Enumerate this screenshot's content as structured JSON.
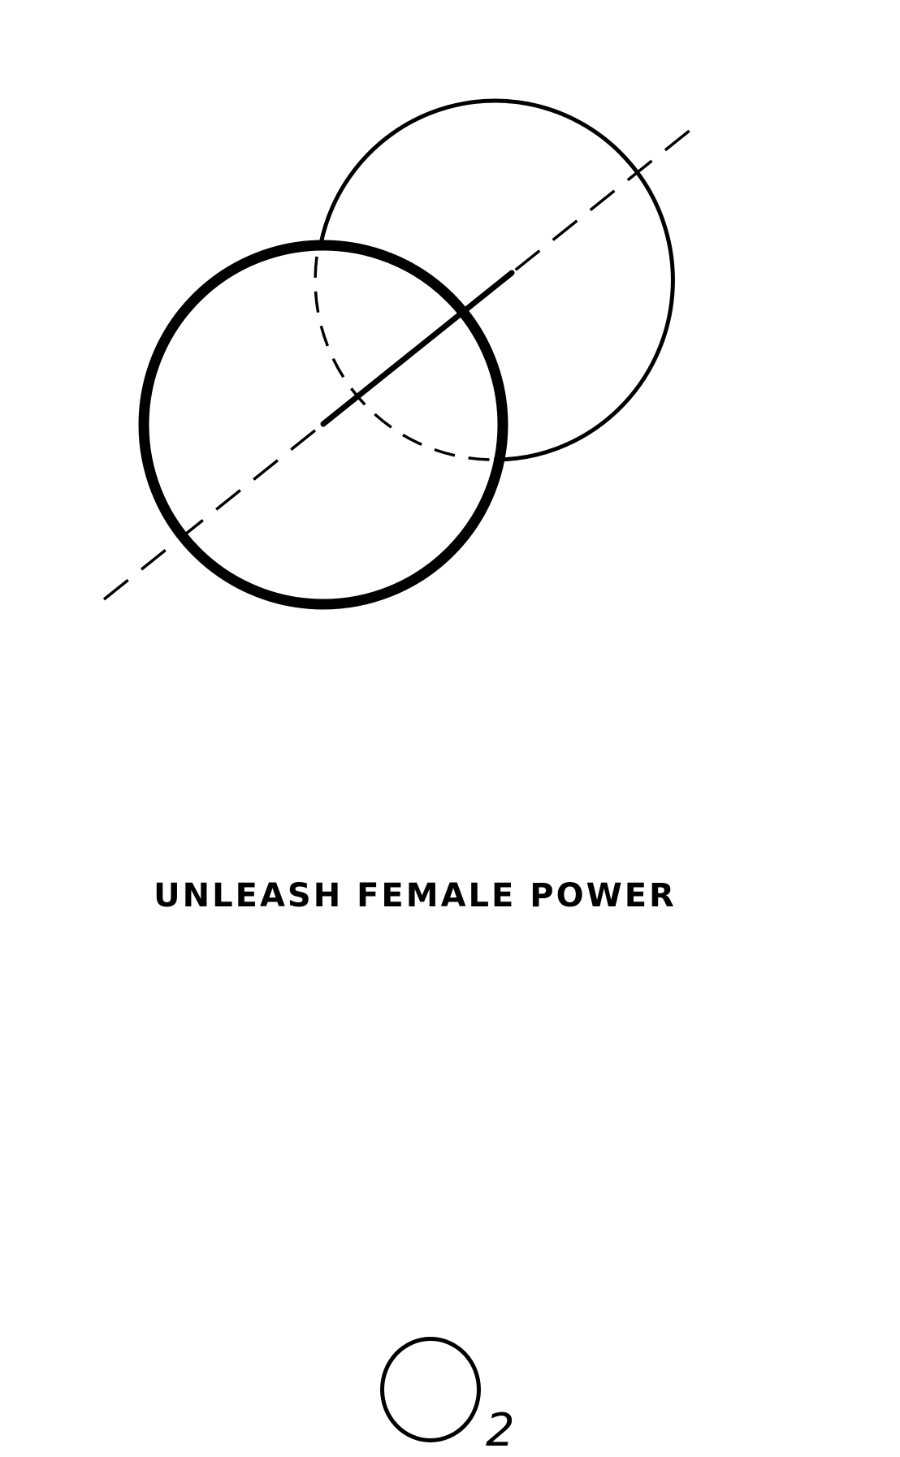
{
  "logo": {
    "icon": "overlapping-circles-icon",
    "formula_base": "O",
    "formula_subscript": "2",
    "tagline": "UNLEASH FEMALE POWER"
  },
  "colors": {
    "ink": "#000000",
    "background": "#ffffff"
  }
}
